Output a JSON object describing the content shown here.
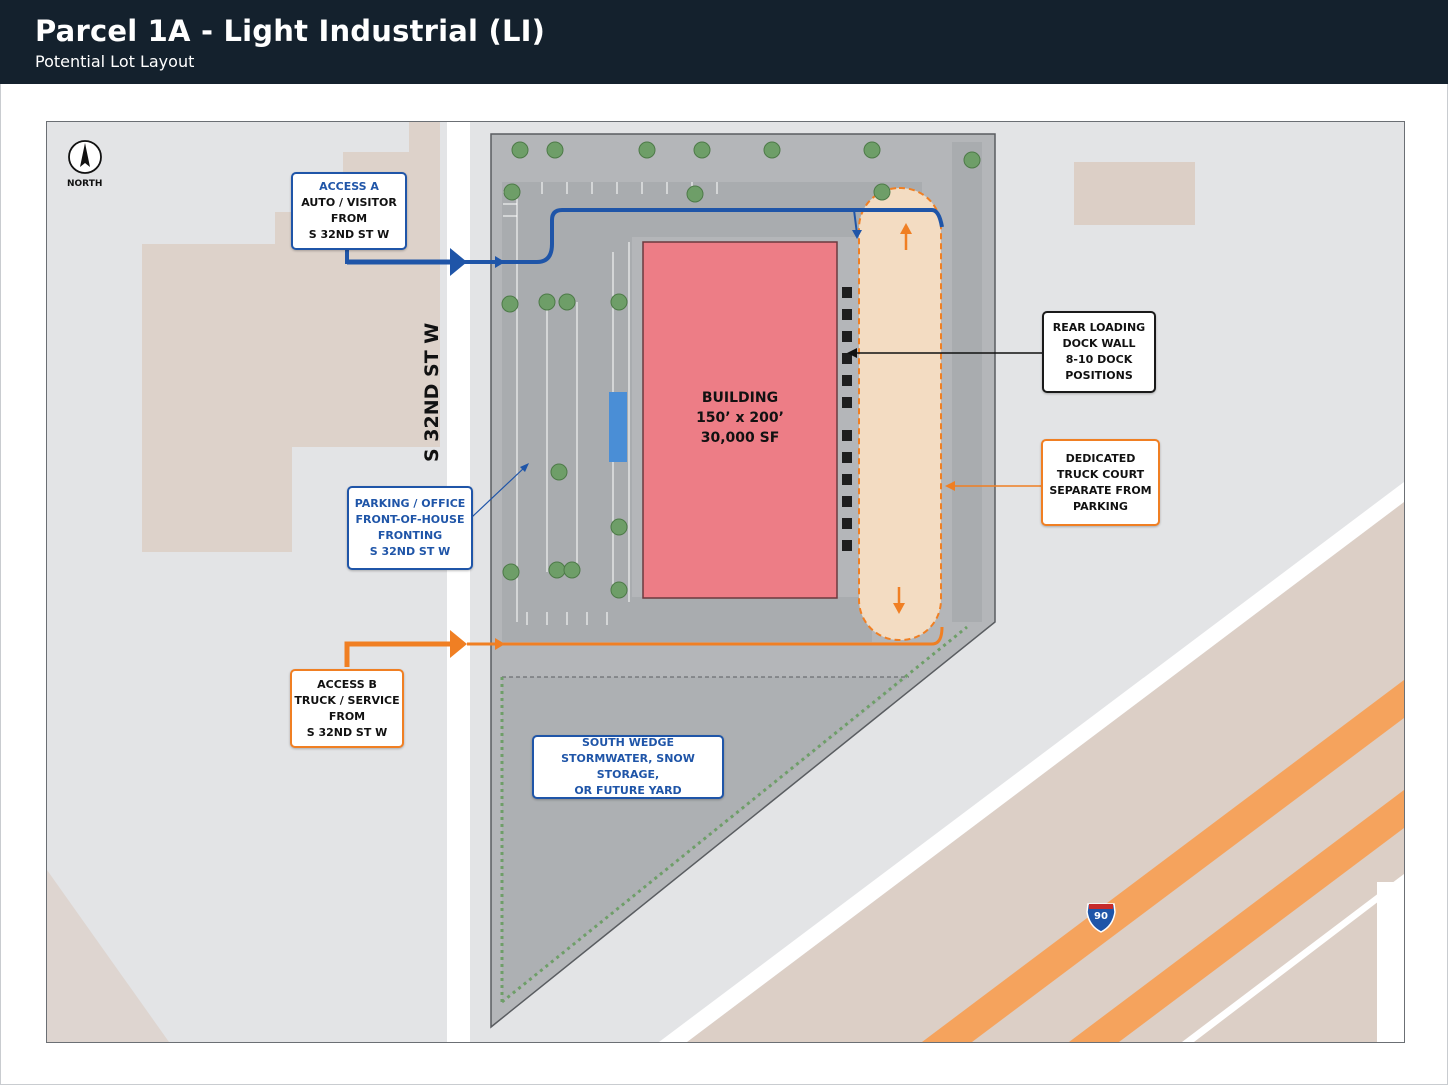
{
  "header": {
    "title": "Parcel 1A - Light Industrial (LI)",
    "subtitle": "Potential Lot Layout"
  },
  "compass": {
    "label": "NORTH",
    "icon": "north-arrow-icon"
  },
  "street": {
    "name": "S 32ND ST W"
  },
  "building": {
    "title": "BUILDING",
    "dimensions": "150’ x 200’",
    "area": "30,000 SF",
    "color": "#ed7d86"
  },
  "callouts": {
    "access_a": {
      "title": "ACCESS A",
      "line2": "AUTO / VISITOR",
      "line3": "FROM",
      "line4": "S 32ND ST W"
    },
    "loading_dock": {
      "line1": "REAR LOADING",
      "line2": "DOCK WALL",
      "line3": "8-10 DOCK",
      "line4": "POSITIONS"
    },
    "truck_court": {
      "line1": "DEDICATED",
      "line2": "TRUCK COURT",
      "line3": "SEPARATE FROM",
      "line4": "PARKING"
    },
    "parking": {
      "line1": "PARKING / OFFICE",
      "line2": "FRONT-OF-HOUSE",
      "line3": "FRONTING",
      "line4": "S 32ND ST W"
    },
    "access_b": {
      "line1": "ACCESS B",
      "line2": "TRUCK / SERVICE",
      "line3": "FROM",
      "line4": "S 32ND ST W"
    },
    "south_wedge": {
      "line1": "SOUTH WEDGE",
      "line2": "STORMWATER, SNOW STORAGE,",
      "line3": "OR FUTURE YARD"
    }
  },
  "highway_shield": {
    "label": "90",
    "icon": "interstate-shield-icon"
  },
  "colors": {
    "header_bg": "#14212d",
    "auto_route": "#1f55a8",
    "truck_route": "#f07f23",
    "truck_court": "#f3dcc2",
    "parcel": "#b4b6b9",
    "background": "#e3e4e6"
  }
}
